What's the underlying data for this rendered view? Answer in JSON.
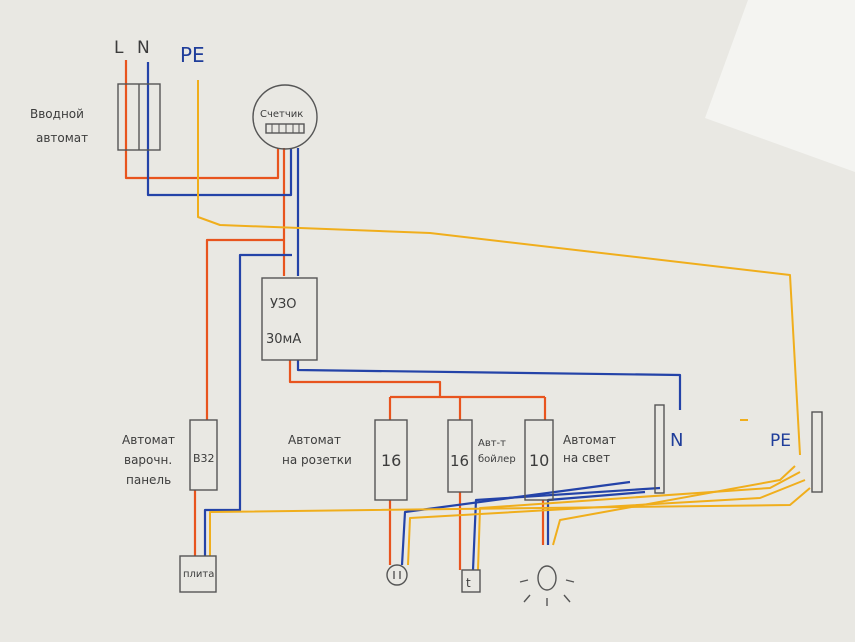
{
  "top_labels": {
    "l": "L",
    "n": "N",
    "pe": "PE"
  },
  "input_breaker": {
    "line1": "Вводной",
    "line2": "автомат"
  },
  "meter": {
    "label": "Счетчик"
  },
  "rcd": {
    "line1": "УЗО",
    "line2": "30мА"
  },
  "stove_breaker": {
    "line1": "Автомат",
    "line2": "варочн.",
    "line3": "панель",
    "rating": "B32"
  },
  "sockets_breaker": {
    "line1": "Автомат",
    "line2": "на розетки",
    "rating": "16"
  },
  "boiler_breaker": {
    "line1": "Авт-т",
    "line2": "бойлер",
    "rating": "16"
  },
  "light_breaker": {
    "line1": "Автомат",
    "line2": "на свет",
    "rating": "10"
  },
  "n_bus": {
    "label": "N"
  },
  "pe_bus": {
    "label": "PE"
  },
  "stove": {
    "label": "плита"
  },
  "colors": {
    "phase": "#e8541e",
    "neutral": "#2443a8",
    "earth": "#f0ae1c",
    "pencil": "#555555",
    "paper": "#ecebe6"
  }
}
